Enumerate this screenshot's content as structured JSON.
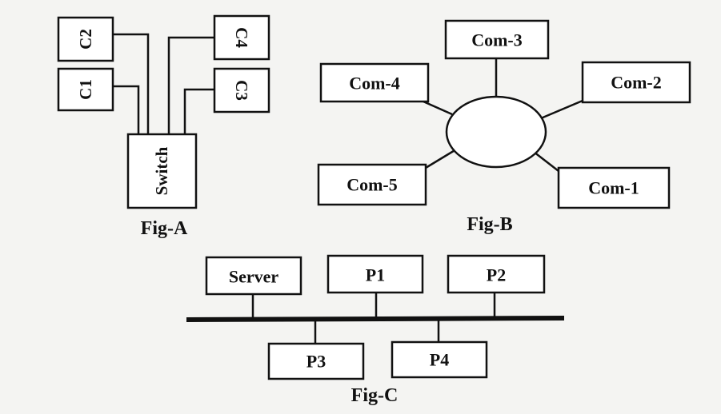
{
  "figures": {
    "a": {
      "caption": "Fig-A",
      "nodes": {
        "c1": "C1",
        "c2": "C2",
        "c3": "C3",
        "c4": "C4",
        "switch": "Switch"
      }
    },
    "b": {
      "caption": "Fig-B",
      "nodes": {
        "com1": "Com-1",
        "com2": "Com-2",
        "com3": "Com-3",
        "com4": "Com-4",
        "com5": "Com-5"
      }
    },
    "c": {
      "caption": "Fig-C",
      "nodes": {
        "server": "Server",
        "p1": "P1",
        "p2": "P2",
        "p3": "P3",
        "p4": "P4"
      }
    }
  }
}
